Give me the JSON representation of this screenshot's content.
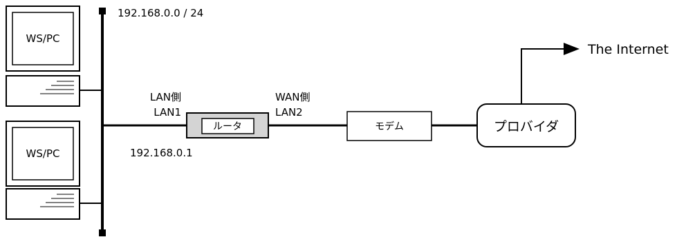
{
  "network": {
    "subnet_label": "192.168.0.0 / 24"
  },
  "hosts": [
    {
      "label": "WS/PC"
    },
    {
      "label": "WS/PC"
    }
  ],
  "router": {
    "label": "ルータ",
    "lan_side_label": "LAN側",
    "lan_port_label": "LAN1",
    "ip_label": "192.168.0.1",
    "wan_side_label": "WAN側",
    "wan_port_label": "LAN2"
  },
  "modem": {
    "label": "モデム"
  },
  "provider": {
    "label": "プロバイダ"
  },
  "internet": {
    "label": "The Internet"
  },
  "colors": {
    "line": "#000000",
    "router_fill": "#d4d4d4",
    "box_fill": "#ffffff"
  }
}
